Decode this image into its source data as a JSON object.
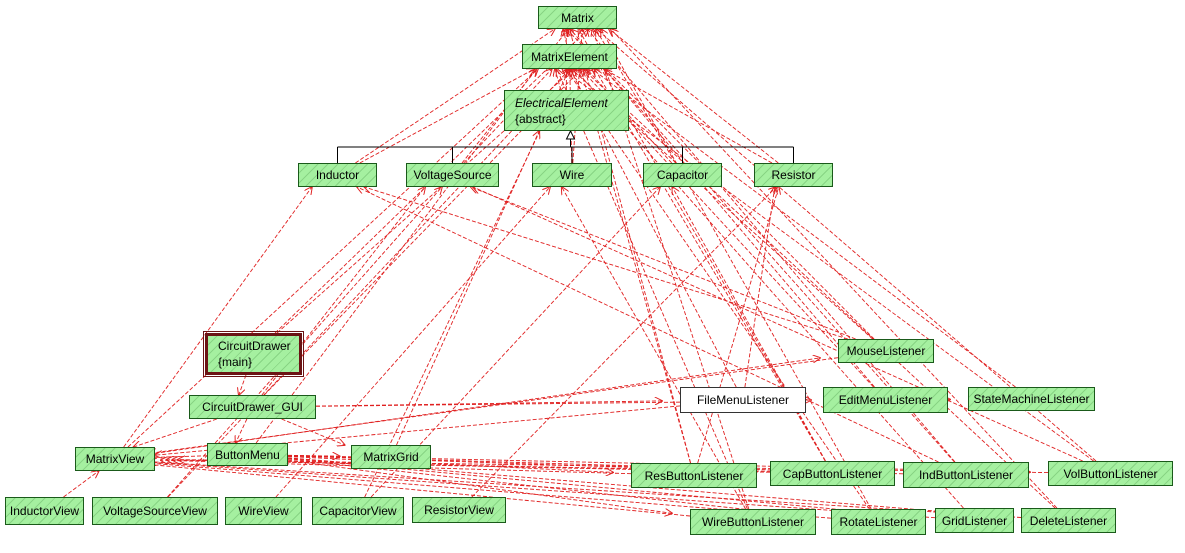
{
  "colors": {
    "node_fill": "#a5f0a0",
    "node_border": "#1a5a1a",
    "edge": "#e02020",
    "inherit_line": "#000000",
    "main_border": "#6b1414"
  },
  "nodes": {
    "matrix": {
      "name": "Matrix"
    },
    "matrix_element": {
      "name": "MatrixElement"
    },
    "electrical_element": {
      "name": "ElectricalElement",
      "stereotype": "{abstract}"
    },
    "inductor": {
      "name": "Inductor"
    },
    "voltage_source": {
      "name": "VoltageSource"
    },
    "wire": {
      "name": "Wire"
    },
    "capacitor": {
      "name": "Capacitor"
    },
    "resistor": {
      "name": "Resistor"
    },
    "circuit_drawer": {
      "name": "CircuitDrawer",
      "stereotype": "{main}"
    },
    "circuit_drawer_gui": {
      "name": "CircuitDrawer_GUI"
    },
    "mouse_listener": {
      "name": "MouseListener"
    },
    "file_menu_listener": {
      "name": "FileMenuListener"
    },
    "edit_menu_listener": {
      "name": "EditMenuListener"
    },
    "state_machine_listener": {
      "name": "StateMachineListener"
    },
    "matrix_view": {
      "name": "MatrixView"
    },
    "button_menu": {
      "name": "ButtonMenu"
    },
    "matrix_grid": {
      "name": "MatrixGrid"
    },
    "res_button_listener": {
      "name": "ResButtonListener"
    },
    "cap_button_listener": {
      "name": "CapButtonListener"
    },
    "ind_button_listener": {
      "name": "IndButtonListener"
    },
    "vol_button_listener": {
      "name": "VolButtonListener"
    },
    "inductor_view": {
      "name": "InductorView"
    },
    "voltage_source_view": {
      "name": "VoltageSourceView"
    },
    "wire_view": {
      "name": "WireView"
    },
    "capacitor_view": {
      "name": "CapacitorView"
    },
    "resistor_view": {
      "name": "ResistorView"
    },
    "wire_button_listener": {
      "name": "WireButtonListener"
    },
    "rotate_listener": {
      "name": "RotateListener"
    },
    "grid_listener": {
      "name": "GridListener"
    },
    "delete_listener": {
      "name": "DeleteListener"
    }
  },
  "inheritance": {
    "parent": "electrical_element",
    "children": [
      "inductor",
      "voltage_source",
      "wire",
      "capacitor",
      "resistor"
    ]
  },
  "dependencies": [
    [
      "matrix_element",
      "matrix"
    ],
    [
      "electrical_element",
      "matrix_element"
    ],
    [
      "electrical_element",
      "matrix"
    ],
    [
      "inductor",
      "matrix_element"
    ],
    [
      "inductor",
      "matrix"
    ],
    [
      "voltage_source",
      "matrix_element"
    ],
    [
      "voltage_source",
      "matrix"
    ],
    [
      "wire",
      "matrix_element"
    ],
    [
      "wire",
      "matrix"
    ],
    [
      "capacitor",
      "matrix_element"
    ],
    [
      "capacitor",
      "matrix"
    ],
    [
      "resistor",
      "matrix_element"
    ],
    [
      "resistor",
      "matrix"
    ],
    [
      "circuit_drawer",
      "circuit_drawer_gui"
    ],
    [
      "circuit_drawer",
      "matrix_element"
    ],
    [
      "circuit_drawer",
      "matrix"
    ],
    [
      "circuit_drawer_gui",
      "button_menu"
    ],
    [
      "circuit_drawer_gui",
      "file_menu_listener"
    ],
    [
      "circuit_drawer_gui",
      "edit_menu_listener"
    ],
    [
      "circuit_drawer_gui",
      "matrix_view"
    ],
    [
      "circuit_drawer_gui",
      "matrix_grid"
    ],
    [
      "circuit_drawer_gui",
      "matrix_element"
    ],
    [
      "circuit_drawer_gui",
      "voltage_source"
    ],
    [
      "button_menu",
      "matrix_view"
    ],
    [
      "button_menu",
      "matrix_grid"
    ],
    [
      "button_menu",
      "res_button_listener"
    ],
    [
      "button_menu",
      "cap_button_listener"
    ],
    [
      "button_menu",
      "ind_button_listener"
    ],
    [
      "button_menu",
      "vol_button_listener"
    ],
    [
      "button_menu",
      "wire_button_listener"
    ],
    [
      "button_menu",
      "rotate_listener"
    ],
    [
      "button_menu",
      "grid_listener"
    ],
    [
      "button_menu",
      "delete_listener"
    ],
    [
      "button_menu",
      "matrix_element"
    ],
    [
      "matrix_grid",
      "electrical_element"
    ],
    [
      "matrix_view",
      "inductor"
    ],
    [
      "matrix_view",
      "matrix_element"
    ],
    [
      "matrix_view",
      "mouse_listener"
    ],
    [
      "mouse_listener",
      "matrix_view"
    ],
    [
      "mouse_listener",
      "matrix_element"
    ],
    [
      "mouse_listener",
      "matrix"
    ],
    [
      "mouse_listener",
      "inductor"
    ],
    [
      "mouse_listener",
      "voltage_source"
    ],
    [
      "file_menu_listener",
      "matrix_view"
    ],
    [
      "file_menu_listener",
      "matrix_element"
    ],
    [
      "file_menu_listener",
      "resistor"
    ],
    [
      "file_menu_listener",
      "edit_menu_listener"
    ],
    [
      "edit_menu_listener",
      "state_machine_listener"
    ],
    [
      "edit_menu_listener",
      "matrix_element"
    ],
    [
      "edit_menu_listener",
      "matrix"
    ],
    [
      "state_machine_listener",
      "matrix_element"
    ],
    [
      "res_button_listener",
      "matrix_view"
    ],
    [
      "res_button_listener",
      "resistor"
    ],
    [
      "res_button_listener",
      "matrix_element"
    ],
    [
      "res_button_listener",
      "matrix"
    ],
    [
      "cap_button_listener",
      "matrix_view"
    ],
    [
      "cap_button_listener",
      "capacitor"
    ],
    [
      "cap_button_listener",
      "matrix_element"
    ],
    [
      "cap_button_listener",
      "matrix"
    ],
    [
      "ind_button_listener",
      "matrix_view"
    ],
    [
      "ind_button_listener",
      "inductor"
    ],
    [
      "ind_button_listener",
      "matrix_element"
    ],
    [
      "ind_button_listener",
      "matrix"
    ],
    [
      "vol_button_listener",
      "matrix_view"
    ],
    [
      "vol_button_listener",
      "voltage_source"
    ],
    [
      "vol_button_listener",
      "matrix_element"
    ],
    [
      "vol_button_listener",
      "matrix"
    ],
    [
      "wire_button_listener",
      "matrix_view"
    ],
    [
      "wire_button_listener",
      "wire"
    ],
    [
      "wire_button_listener",
      "matrix_element"
    ],
    [
      "wire_button_listener",
      "matrix"
    ],
    [
      "rotate_listener",
      "matrix_view"
    ],
    [
      "rotate_listener",
      "matrix_element"
    ],
    [
      "rotate_listener",
      "matrix"
    ],
    [
      "grid_listener",
      "matrix_view"
    ],
    [
      "grid_listener",
      "matrix_element"
    ],
    [
      "delete_listener",
      "matrix_view"
    ],
    [
      "delete_listener",
      "matrix_element"
    ],
    [
      "delete_listener",
      "matrix"
    ],
    [
      "inductor_view",
      "matrix_view"
    ],
    [
      "voltage_source_view",
      "voltage_source"
    ],
    [
      "wire_view",
      "wire"
    ],
    [
      "capacitor_view",
      "capacitor"
    ],
    [
      "resistor_view",
      "resistor"
    ],
    [
      "capacitor_view",
      "matrix_element"
    ],
    [
      "voltage_source_view",
      "matrix_element"
    ]
  ]
}
